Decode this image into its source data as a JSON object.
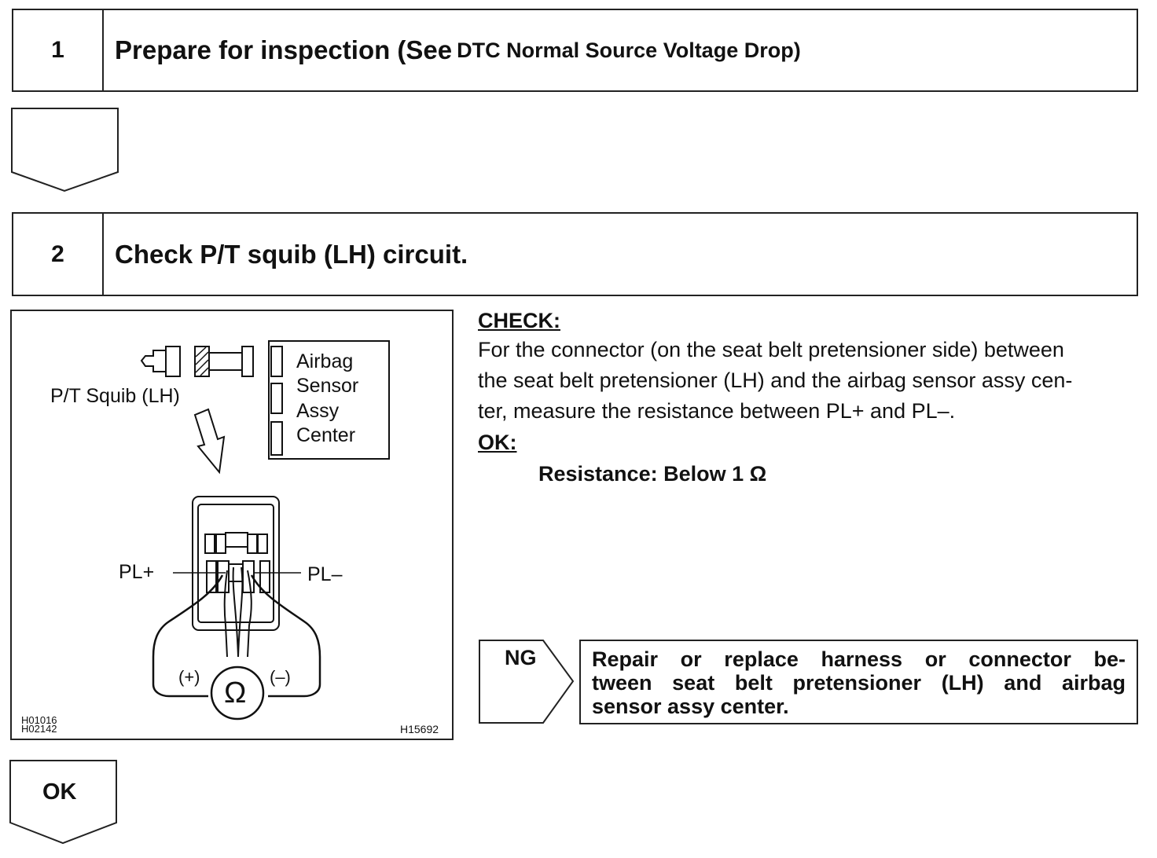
{
  "steps": [
    {
      "number": "1",
      "title": "Prepare for inspection (See",
      "title_small": "DTC Normal Source Voltage Drop)"
    },
    {
      "number": "2",
      "title": "Check P/T squib (LH) circuit."
    }
  ],
  "figure": {
    "squib_label": "P/T Squib (LH)",
    "sensor_label": [
      "Airbag",
      "Sensor",
      "Assy",
      "Center"
    ],
    "pl_plus": "PL+",
    "pl_minus": "PL–",
    "meter_plus": "(+)",
    "meter_minus": "(–)",
    "meter_symbol": "Ω",
    "code_left": [
      "H01016",
      "H02142"
    ],
    "code_right": "H15692"
  },
  "check": {
    "heading": "CHECK:",
    "lines": [
      "For the connector (on the seat belt pretensioner side) between",
      "the seat belt pretensioner (LH) and the airbag sensor assy cen-",
      "ter, measure the resistance between PL+ and PL–."
    ],
    "ok_heading": "OK:",
    "spec": "Resistance: Below 1 Ω"
  },
  "ng": {
    "label": "NG",
    "lines": [
      "Repair or replace harness or connector be-",
      "tween seat belt pretensioner (LH) and airbag",
      "sensor assy center."
    ]
  },
  "ok_label": "OK"
}
